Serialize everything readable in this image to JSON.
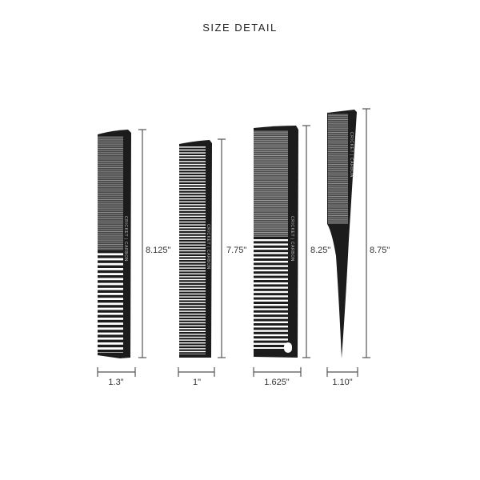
{
  "title": "SIZE DETAIL",
  "brand_text": "CRICKET | CARBON",
  "colors": {
    "comb": "#1c1c1c",
    "dimension_line": "#555555",
    "text": "#333333"
  },
  "combs": [
    {
      "type": "all-purpose comb",
      "height_label": "8.125\"",
      "width_label": "1.3\""
    },
    {
      "type": "cutting comb",
      "height_label": "7.75\"",
      "width_label": "1\""
    },
    {
      "type": "wide styling comb",
      "height_label": "8.25\"",
      "width_label": "1.625\""
    },
    {
      "type": "rattail comb",
      "height_label": "8.75\"",
      "width_label": "1.10\""
    }
  ]
}
